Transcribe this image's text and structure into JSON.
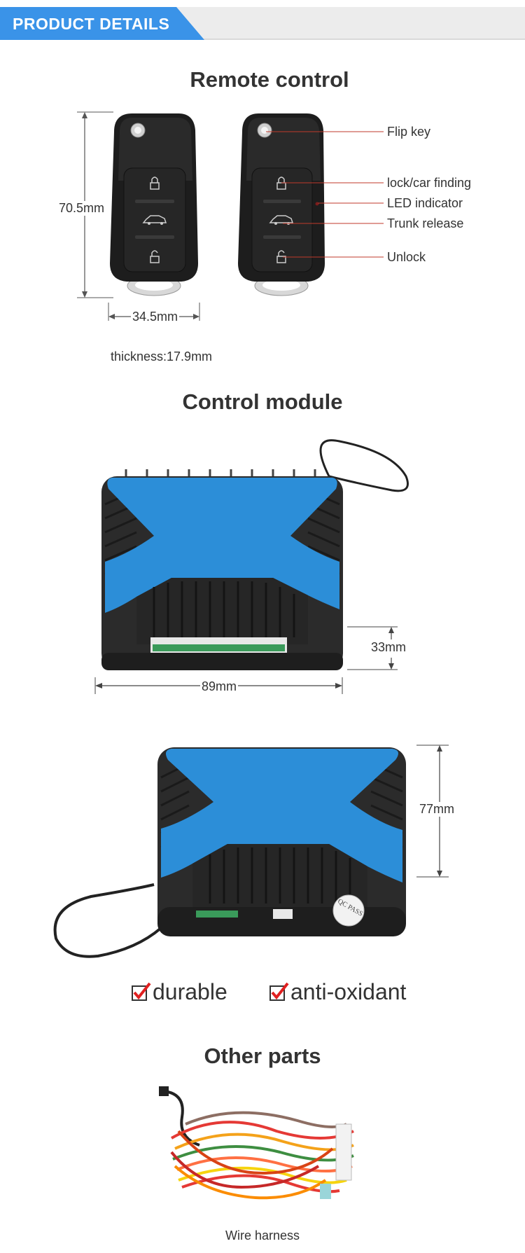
{
  "banner": {
    "title": "PRODUCT DETAILS",
    "accent_color": "#3a93e8"
  },
  "remote": {
    "heading": "Remote control",
    "height_label": "70.5mm",
    "width_label": "34.5mm",
    "thickness_label": "thickness:17.9mm",
    "callouts": [
      "Flip key",
      "lock/car finding",
      "LED indicator",
      "Trunk release",
      "Unlock"
    ],
    "icons": [
      "lock-icon",
      "car-icon",
      "unlock-icon"
    ]
  },
  "module": {
    "heading": "Control module",
    "height_label": "33mm",
    "width_label": "89mm",
    "depth_label": "77mm",
    "body_color": "#2c8ed8",
    "qc_label": "QC PASS"
  },
  "features": [
    "durable",
    "anti-oxidant"
  ],
  "other": {
    "heading": "Other parts",
    "caption": "Wire harness"
  }
}
